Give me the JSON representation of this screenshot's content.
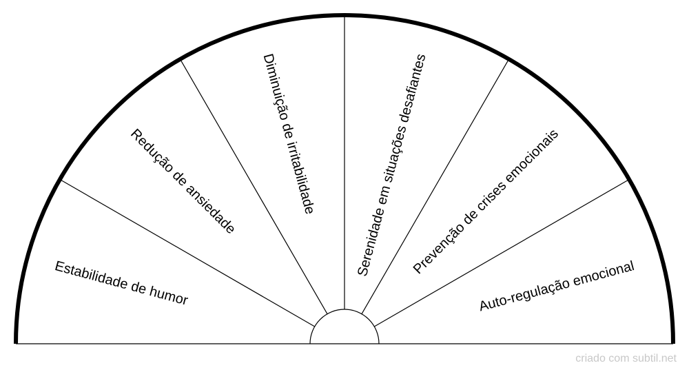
{
  "diagram": {
    "type": "semicircle-segment-chart",
    "segments": [
      {
        "label": "Estabilidade de humor"
      },
      {
        "label": "Redução de ansiedade"
      },
      {
        "label": "Diminuição de irritabilidade"
      },
      {
        "label": "Serenidade em situações desafiantes"
      },
      {
        "label": "Prevenção de crises emocionais"
      },
      {
        "label": "Auto-regulação emocional"
      }
    ],
    "colors": {
      "stroke": "#000000",
      "background": "#ffffff",
      "credit": "#c8c8c8"
    }
  },
  "footer": {
    "credit": "criado com subtil.net"
  }
}
